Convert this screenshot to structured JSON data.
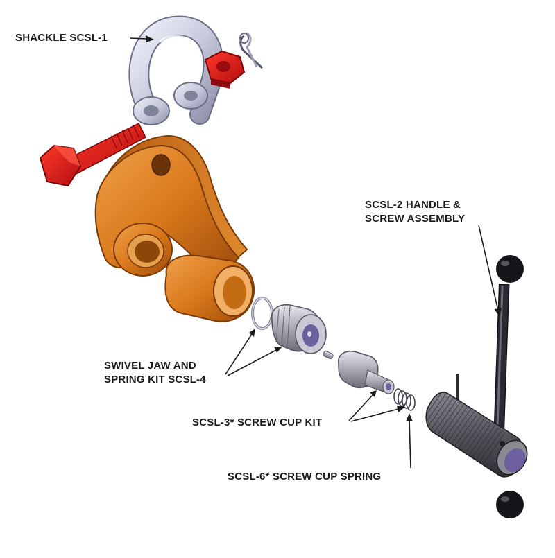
{
  "labels": {
    "shackle": "SHACKLE SCSL-1",
    "handle_line1": "SCSL-2 HANDLE &",
    "handle_line2": "SCREW ASSEMBLY",
    "swivel_line1": "SWIVEL JAW AND",
    "swivel_line2": "SPRING KIT SCSL-4",
    "screw_cup_kit": "SCSL-3* SCREW CUP KIT",
    "screw_cup_spring": "SCSL-6* SCREW CUP SPRING"
  },
  "colors": {
    "shackle": "#c9ccdf",
    "nut": "#e0161a",
    "bolt": "#e0161a",
    "body": "#d9781a",
    "swivel": "#b9b9c6",
    "handle": "#2a2a33",
    "barrel": "#5f5f66",
    "barrel_end": "#6e5f9e"
  }
}
